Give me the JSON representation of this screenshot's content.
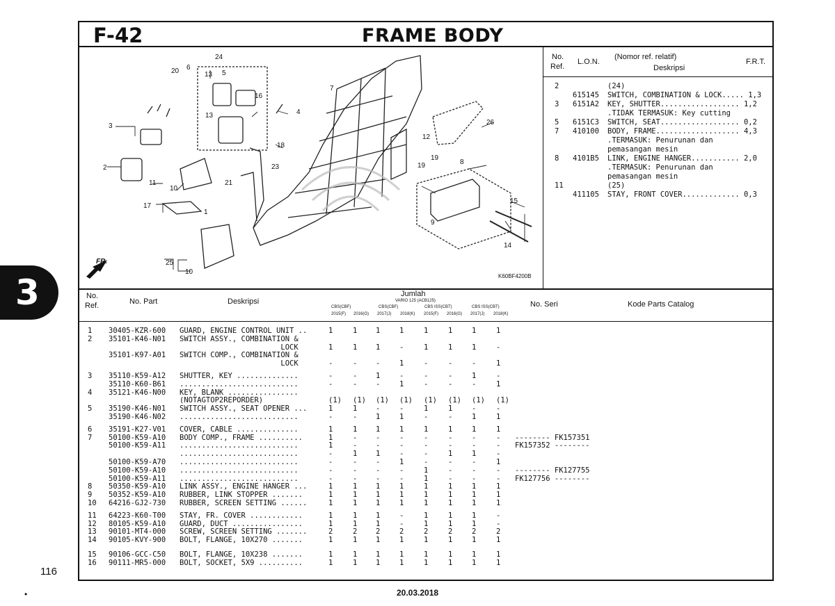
{
  "header": {
    "page_code": "F-42",
    "title": "FRAME BODY"
  },
  "section_number": "3",
  "page_number": "116",
  "date": "20.03.2018",
  "side_marks": {
    "dot": "•"
  },
  "diagram": {
    "image_code": "K60BF4200B",
    "fr_label": "FR.",
    "callouts": [
      "24",
      "20",
      "6",
      "13",
      "5",
      "16",
      "4",
      "7",
      "3",
      "26",
      "12",
      "13",
      "18",
      "19",
      "8",
      "2",
      "23",
      "11",
      "10",
      "21",
      "17",
      "1",
      "15",
      "9",
      "14",
      "25",
      "10",
      "19"
    ]
  },
  "frt_table": {
    "headers": {
      "no": "No.",
      "ref": "Ref.",
      "lon": "L.O.N.",
      "desc_top": "(Nomor ref. relatif)",
      "desc": "Deskripsi",
      "frt": "F.R.T."
    },
    "rows": [
      {
        "ref": "2",
        "lon": "",
        "desc": "(24)"
      },
      {
        "ref": "",
        "lon": "615145",
        "desc": "SWITCH, COMBINATION & LOCK..... 1,3"
      },
      {
        "ref": "3",
        "lon": "6151A2",
        "desc": "KEY, SHUTTER.................. 1,2"
      },
      {
        "ref": "",
        "lon": "",
        "desc": ".TIDAK TERMASUK: Key cutting"
      },
      {
        "ref": "5",
        "lon": "6151C3",
        "desc": "SWITCH, SEAT.................. 0,2"
      },
      {
        "ref": "7",
        "lon": "410100",
        "desc": "BODY, FRAME................... 4,3"
      },
      {
        "ref": "",
        "lon": "",
        "desc": ".TERMASUK: Penurunan dan"
      },
      {
        "ref": "",
        "lon": "",
        "desc": "pemasangan mesin"
      },
      {
        "ref": "8",
        "lon": "4101B5",
        "desc": "LINK, ENGINE HANGER........... 2,0"
      },
      {
        "ref": "",
        "lon": "",
        "desc": ".TERMASUK: Penurunan dan"
      },
      {
        "ref": "",
        "lon": "",
        "desc": "pemasangan mesin"
      },
      {
        "ref": "11",
        "lon": "",
        "desc": "(25)"
      },
      {
        "ref": "",
        "lon": "411105",
        "desc": "STAY, FRONT COVER............. 0,3"
      }
    ]
  },
  "parts_table": {
    "headers": {
      "no": "No.",
      "ref": "Ref.",
      "part": "No. Part",
      "desc": "Deskripsi",
      "jumlah": "Jumlah",
      "model": "VARIO 125 (ACB125)",
      "groups": [
        "CBS(CBF)",
        "CBS(CBF)",
        "CBS ISS(CBT)",
        "CBS ISS(CBT)"
      ],
      "years": [
        "2015",
        "2016",
        "2017",
        "2018",
        "2015",
        "2016",
        "2017",
        "2018"
      ],
      "year_suffix": [
        "(F)",
        "(G)",
        "(J)",
        "(K)",
        "(F)",
        "(G)",
        "(J)",
        "(K)"
      ],
      "seri": "No. Seri",
      "catalog": "Kode Parts Catalog"
    },
    "rows": [
      {
        "ref": "1",
        "part": "30405-KZR-600",
        "desc": "GUARD, ENGINE CONTROL UNIT ..",
        "q": [
          "1",
          "1",
          "1",
          "1",
          "1",
          "1",
          "1",
          "1"
        ],
        "seri": ""
      },
      {
        "ref": "2",
        "part": "35101-K46-N01",
        "desc": "SWITCH ASSY., COMBINATION &",
        "q": [
          "",
          "",
          "",
          "",
          "",
          "",
          "",
          ""
        ],
        "seri": ""
      },
      {
        "ref": "",
        "part": "",
        "desc": "                       LOCK",
        "q": [
          "1",
          "1",
          "1",
          "-",
          "1",
          "1",
          "1",
          "-"
        ],
        "seri": ""
      },
      {
        "ref": "",
        "part": "35101-K97-A01",
        "desc": "SWITCH COMP., COMBINATION &",
        "q": [
          "",
          "",
          "",
          "",
          "",
          "",
          "",
          ""
        ],
        "seri": ""
      },
      {
        "ref": "",
        "part": "",
        "desc": "                       LOCK",
        "q": [
          "-",
          "-",
          "-",
          "1",
          "-",
          "-",
          "-",
          "1"
        ],
        "seri": ""
      },
      {
        "ref": "3",
        "part": "35110-K59-A12",
        "desc": "SHUTTER, KEY ..............",
        "q": [
          "-",
          "-",
          "1",
          "-",
          "-",
          "-",
          "1",
          "-"
        ],
        "seri": ""
      },
      {
        "ref": "",
        "part": "35110-K60-B61",
        "desc": "...........................",
        "q": [
          "-",
          "-",
          "-",
          "1",
          "-",
          "-",
          "-",
          "1"
        ],
        "seri": ""
      },
      {
        "ref": "4",
        "part": "35121-K46-N00",
        "desc": "KEY, BLANK ................",
        "q": [
          "",
          "",
          "",
          "",
          "",
          "",
          "",
          ""
        ],
        "seri": ""
      },
      {
        "ref": "",
        "part": "",
        "desc": "(NOTAGTOP2REPORDER)",
        "q": [
          "(1)",
          "(1)",
          "(1)",
          "(1)",
          "(1)",
          "(1)",
          "(1)",
          "(1)"
        ],
        "seri": ""
      },
      {
        "ref": "5",
        "part": "35190-K46-N01",
        "desc": "SWITCH ASSY., SEAT OPENER ...",
        "q": [
          "1",
          "1",
          "-",
          "-",
          "1",
          "1",
          "-",
          "-"
        ],
        "seri": ""
      },
      {
        "ref": "",
        "part": "35190-K46-N02",
        "desc": "...........................",
        "q": [
          "-",
          "-",
          "1",
          "1",
          "-",
          "-",
          "1",
          "1"
        ],
        "seri": ""
      },
      {
        "ref": "6",
        "part": "35191-K27-V01",
        "desc": "COVER, CABLE ..............",
        "q": [
          "1",
          "1",
          "1",
          "1",
          "1",
          "1",
          "1",
          "1"
        ],
        "seri": ""
      },
      {
        "ref": "7",
        "part": "50100-K59-A10",
        "desc": "BODY COMP., FRAME ..........",
        "q": [
          "1",
          "-",
          "-",
          "-",
          "-",
          "-",
          "-",
          "-"
        ],
        "seri": "-------- FK157351"
      },
      {
        "ref": "",
        "part": "50100-K59-A11",
        "desc": "...........................",
        "q": [
          "1",
          "-",
          "-",
          "-",
          "-",
          "-",
          "-",
          "-"
        ],
        "seri": "FK157352 --------"
      },
      {
        "ref": "",
        "part": "",
        "desc": "...........................",
        "q": [
          "-",
          "1",
          "1",
          "-",
          "-",
          "1",
          "1",
          "-"
        ],
        "seri": ""
      },
      {
        "ref": "",
        "part": "50100-K59-A70",
        "desc": "...........................",
        "q": [
          "-",
          "-",
          "-",
          "1",
          "-",
          "-",
          "-",
          "1"
        ],
        "seri": ""
      },
      {
        "ref": "",
        "part": "50100-K59-A10",
        "desc": "...........................",
        "q": [
          "-",
          "-",
          "-",
          "-",
          "1",
          "-",
          "-",
          "-"
        ],
        "seri": "-------- FK127755"
      },
      {
        "ref": "",
        "part": "50100-K59-A11",
        "desc": "...........................",
        "q": [
          "-",
          "-",
          "-",
          "-",
          "1",
          "-",
          "-",
          "-"
        ],
        "seri": "FK127756 --------"
      },
      {
        "ref": "8",
        "part": "50350-K59-A10",
        "desc": "LINK ASSY., ENGINE HANGER ...",
        "q": [
          "1",
          "1",
          "1",
          "1",
          "1",
          "1",
          "1",
          "1"
        ],
        "seri": ""
      },
      {
        "ref": "9",
        "part": "50352-K59-A10",
        "desc": "RUBBER, LINK STOPPER .......",
        "q": [
          "1",
          "1",
          "1",
          "1",
          "1",
          "1",
          "1",
          "1"
        ],
        "seri": ""
      },
      {
        "ref": "10",
        "part": "64216-GJ2-730",
        "desc": "RUBBER, SCREEN SETTING ......",
        "q": [
          "1",
          "1",
          "1",
          "1",
          "1",
          "1",
          "1",
          "1"
        ],
        "seri": ""
      },
      {
        "ref": "11",
        "part": "64223-K60-T00",
        "desc": "STAY, FR. COVER ............",
        "q": [
          "1",
          "1",
          "1",
          "-",
          "1",
          "1",
          "1",
          "-"
        ],
        "seri": ""
      },
      {
        "ref": "12",
        "part": "80105-K59-A10",
        "desc": "GUARD, DUCT ................",
        "q": [
          "1",
          "1",
          "1",
          "-",
          "1",
          "1",
          "1",
          "-"
        ],
        "seri": ""
      },
      {
        "ref": "13",
        "part": "90101-MT4-000",
        "desc": "SCREW, SCREEN SETTING .......",
        "q": [
          "2",
          "2",
          "2",
          "2",
          "2",
          "2",
          "2",
          "2"
        ],
        "seri": ""
      },
      {
        "ref": "14",
        "part": "90105-KVY-900",
        "desc": "BOLT, FLANGE, 10X270 .......",
        "q": [
          "1",
          "1",
          "1",
          "1",
          "1",
          "1",
          "1",
          "1"
        ],
        "seri": ""
      },
      {
        "ref": "15",
        "part": "90106-GCC-C50",
        "desc": "BOLT, FLANGE, 10X238 .......",
        "q": [
          "1",
          "1",
          "1",
          "1",
          "1",
          "1",
          "1",
          "1"
        ],
        "seri": ""
      },
      {
        "ref": "16",
        "part": "90111-MR5-000",
        "desc": "BOLT, SOCKET, 5X9 ..........",
        "q": [
          "1",
          "1",
          "1",
          "1",
          "1",
          "1",
          "1",
          "1"
        ],
        "seri": ""
      }
    ]
  }
}
